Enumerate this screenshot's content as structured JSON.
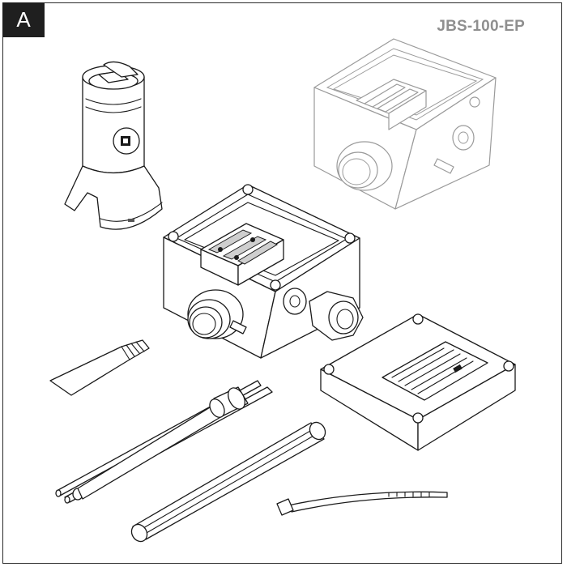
{
  "panel": {
    "label": "A",
    "model": "JBS-100-EP"
  },
  "parts": [
    {
      "id": "end-seal-tool",
      "icon": "seal-tool-icon"
    },
    {
      "id": "junction-box-reference",
      "icon": "junction-box-icon"
    },
    {
      "id": "junction-box-open",
      "icon": "junction-box-icon"
    },
    {
      "id": "junction-box-lid",
      "icon": "box-lid-icon"
    },
    {
      "id": "sealing-strip",
      "icon": "sealing-strip-icon"
    },
    {
      "id": "cold-lead-cable",
      "icon": "cable-icon"
    },
    {
      "id": "support-rod",
      "icon": "rod-icon"
    },
    {
      "id": "cable-tie",
      "icon": "cable-tie-icon"
    }
  ]
}
